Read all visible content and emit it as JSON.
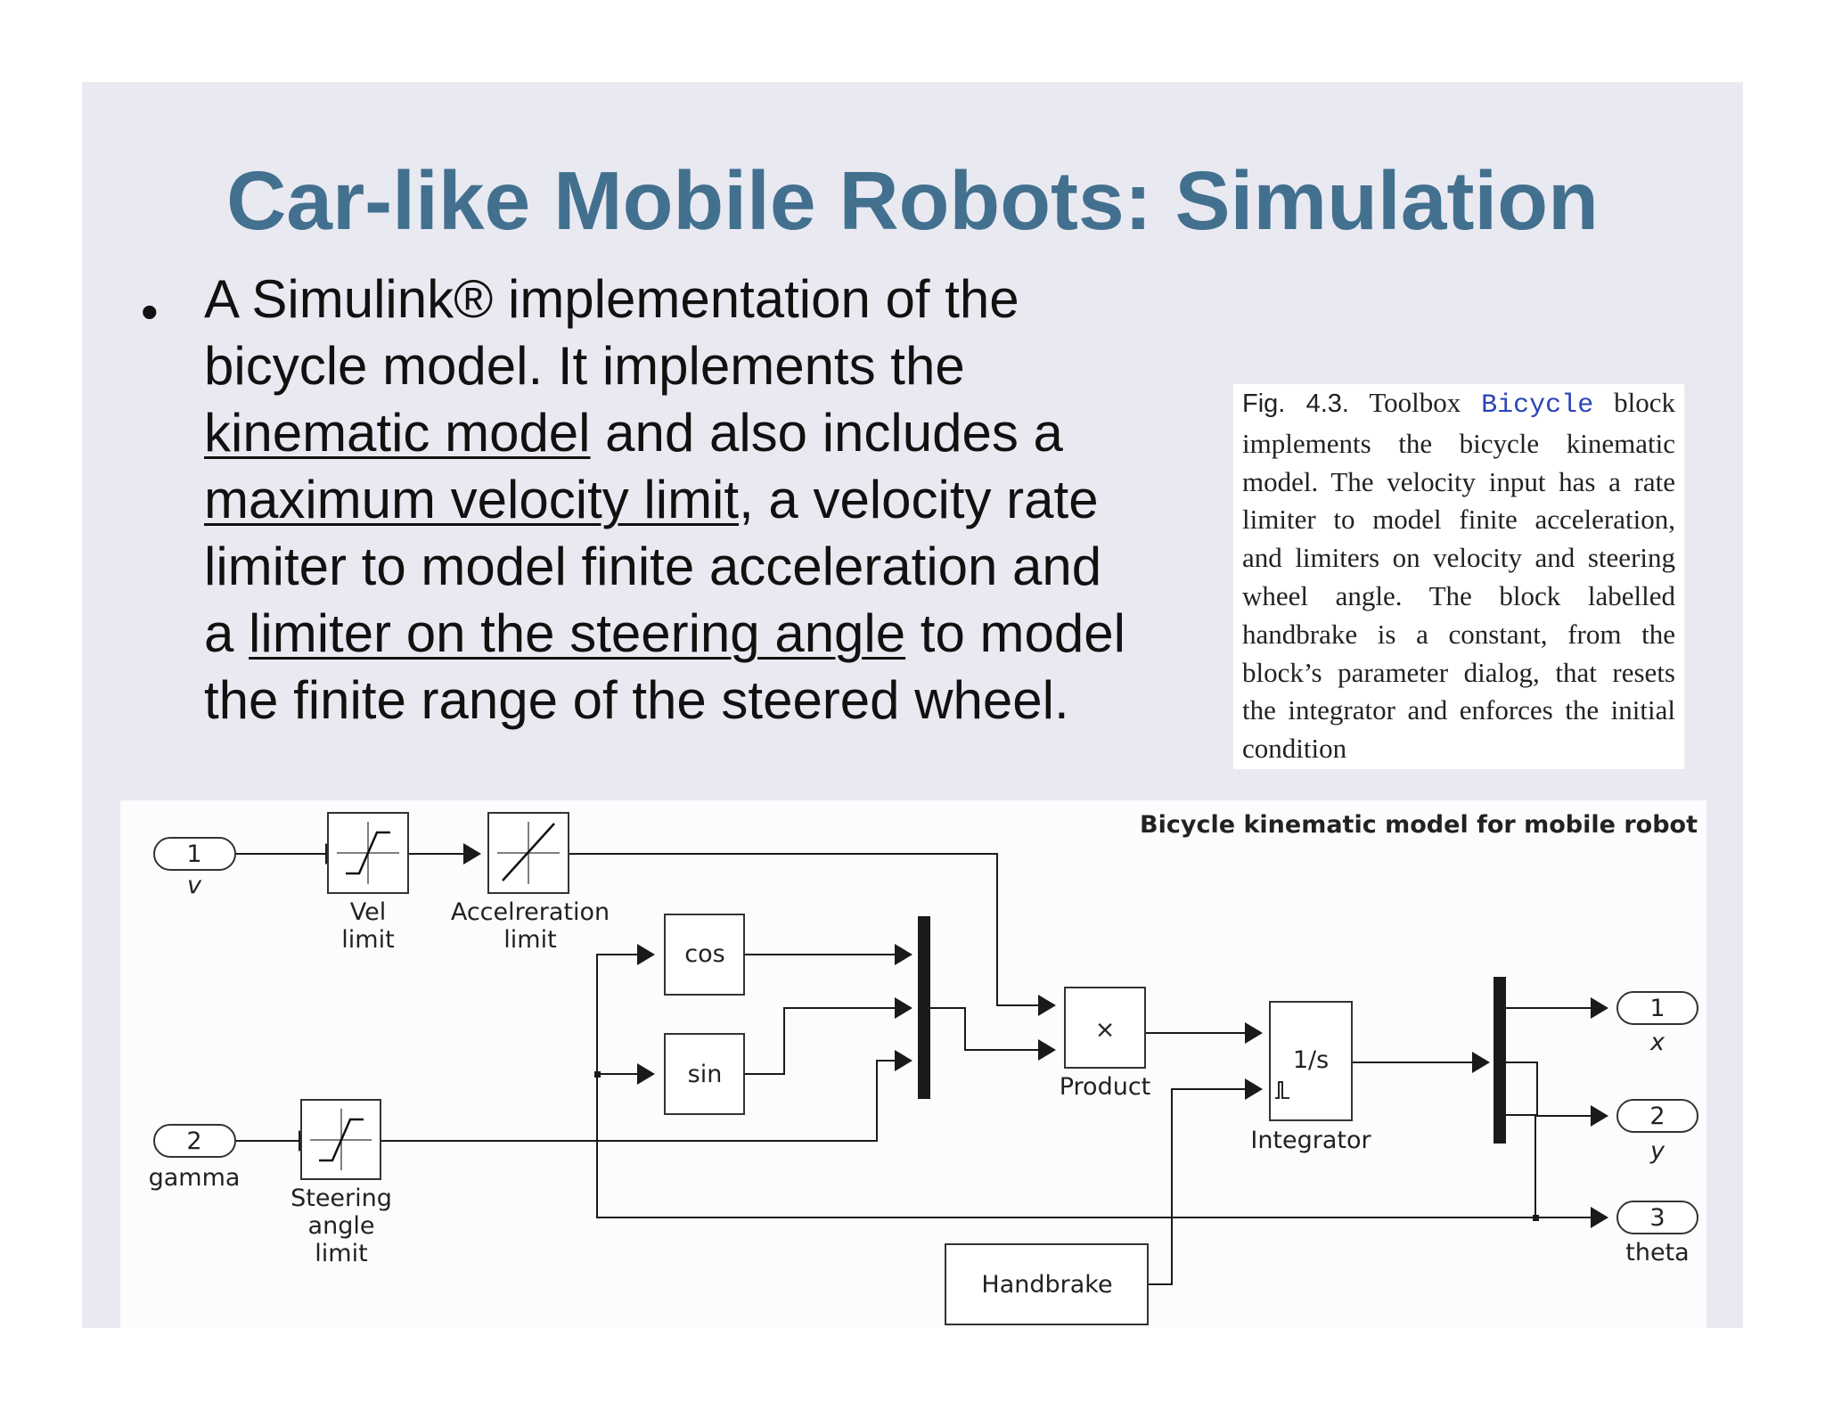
{
  "slide": {
    "title": "Car-like Mobile Robots: Simulation",
    "bullet": {
      "p1": "A Simulink® implementation of the bicycle model. It implements the ",
      "u1": "kinematic model",
      "p2": " and also includes a ",
      "u2": "maximum velocity limit",
      "p3": ", a velocity rate limiter to model finite acceleration and a ",
      "u3": "limiter on the steering angle",
      "p4": " to model the finite range of the steered wheel."
    }
  },
  "caption": {
    "fig_label": "Fig. 4.3.",
    "pre": " Toolbox ",
    "mono": "Bicycle",
    "post": " block implements the bicycle kinematic model. The velocity input has a rate limiter to model finite acceleration, and limiters on velocity and steering wheel angle. The block labelled handbrake is a constant, from the block’s parameter dialog, that resets the integrator and enforces the initial condition"
  },
  "diagram": {
    "title": "Bicycle kinematic model for mobile robot",
    "inports": [
      {
        "num": "1",
        "label": "v"
      },
      {
        "num": "2",
        "label": "gamma"
      }
    ],
    "blocks": {
      "vel_limit": [
        "Vel",
        "limit"
      ],
      "accel_limit": [
        "Accelreration",
        "limit"
      ],
      "steer_limit": [
        "Steering",
        "angle",
        "limit"
      ],
      "cos": "cos",
      "sin": "sin",
      "product_symbol": "×",
      "product": "Product",
      "integrator_symbol": "1/s",
      "integrator": "Integrator",
      "handbrake": "Handbrake"
    },
    "outports": [
      {
        "num": "1",
        "label": "x"
      },
      {
        "num": "2",
        "label": "y"
      },
      {
        "num": "3",
        "label": "theta"
      }
    ]
  }
}
